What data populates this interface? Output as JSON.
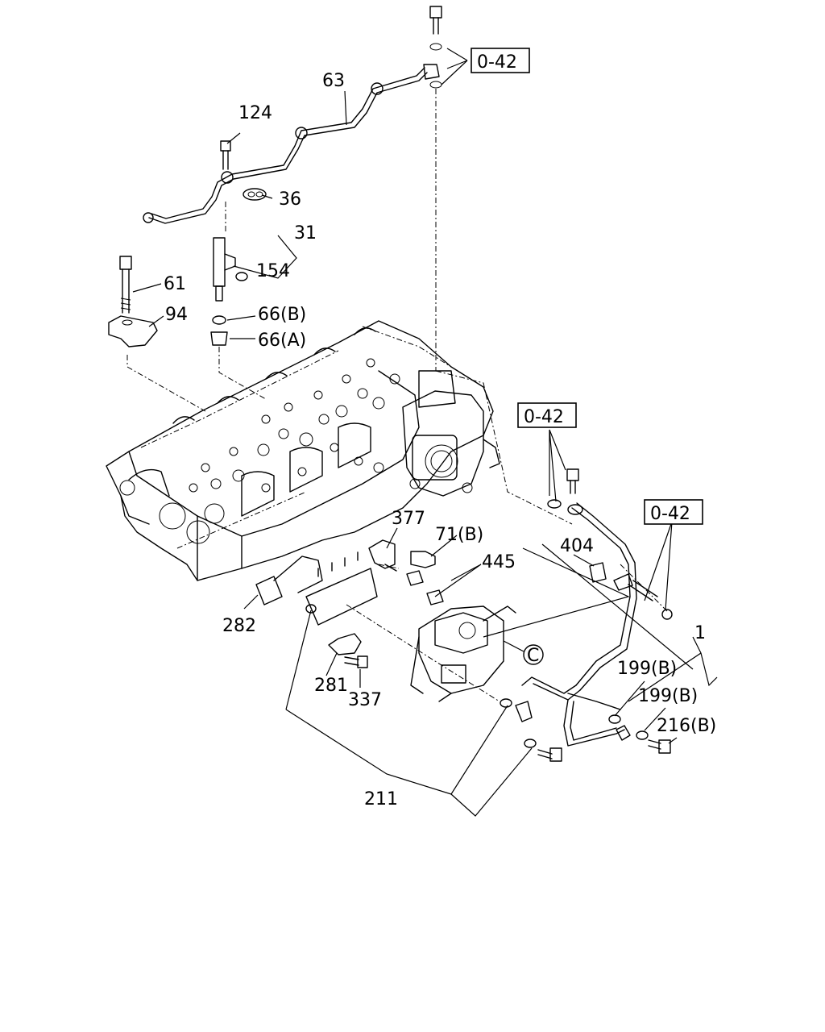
{
  "labels": {
    "p63": "63",
    "p124": "124",
    "p36": "36",
    "p31": "31",
    "p154": "154",
    "p61": "61",
    "p94": "94",
    "p66b": "66(B)",
    "p66a": "66(A)",
    "p377": "377",
    "p71b": "71(B)",
    "p445": "445",
    "p404": "404",
    "p282": "282",
    "p281": "281",
    "p337": "337",
    "p1": "1",
    "p199b_1": "199(B)",
    "p199b_2": "199(B)",
    "p216b": "216(B)",
    "p211": "211",
    "circle_c": "C"
  },
  "refs": {
    "ref_top": "0-42",
    "ref_mid": "0-42",
    "ref_right": "0-42"
  }
}
